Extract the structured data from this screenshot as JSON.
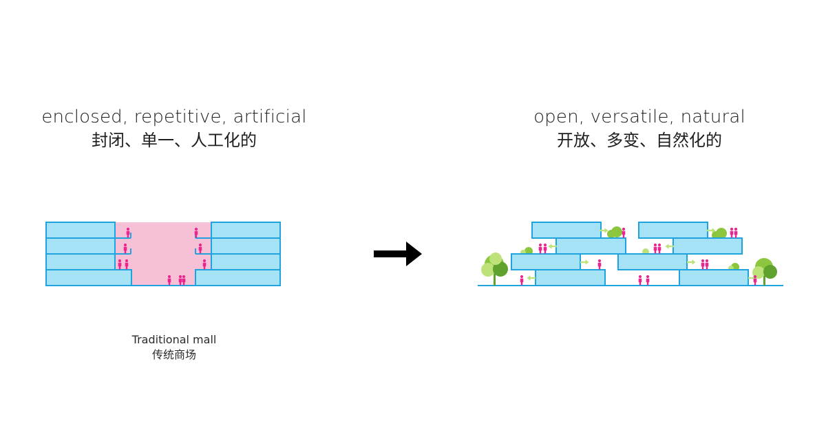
{
  "left": {
    "title_en": "enclosed, repetitive, artificial",
    "title_zh": "封闭、单一、人工化的",
    "caption_en": "Traditional mall",
    "caption_zh": "传统商场"
  },
  "right": {
    "title_en": "open, versatile, natural",
    "title_zh": "开放、多变、自然化的"
  },
  "icons": {
    "arrow": "arrow-right-icon",
    "person": "person-icon",
    "tree": "tree-icon",
    "flow": "flow-arrow-icon"
  },
  "colors": {
    "block_fill": "#a6e2f6",
    "block_stroke": "#1ea3df",
    "atrium": "#f6c0d6",
    "person": "#e8268e",
    "green_light": "#bee27a",
    "green": "#8cc63f",
    "green_dark": "#5fa22e",
    "arrow": "#000000"
  }
}
